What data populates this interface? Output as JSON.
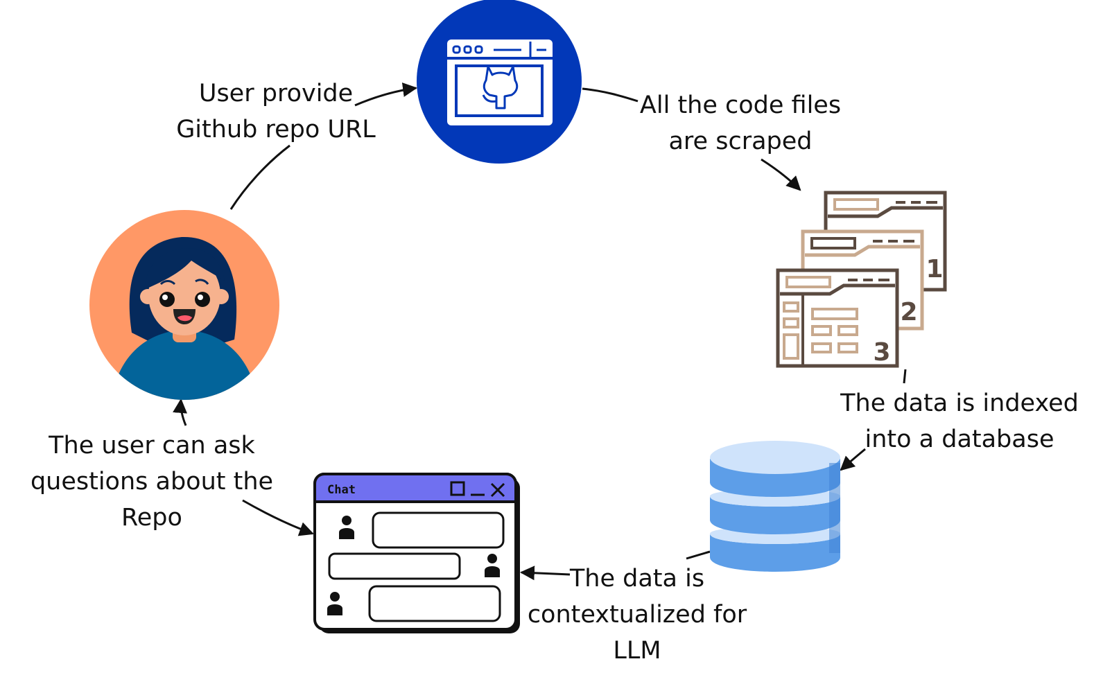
{
  "labels": {
    "provide_url": [
      "User provide",
      "Github repo URL"
    ],
    "scraped": [
      "All the code files",
      "are scraped"
    ],
    "indexed": [
      "The data is indexed",
      "into a database"
    ],
    "contextualized": [
      "The data is",
      "contextualized for",
      "LLM"
    ],
    "ask": [
      "The user can ask",
      "questions about the",
      "Repo"
    ]
  },
  "chat_window": {
    "title": "Chat"
  },
  "files": {
    "numbers": [
      "1",
      "2",
      "3"
    ]
  },
  "icons": {
    "github": "github-browser-icon",
    "user": "user-avatar",
    "files": "code-files-icon",
    "database": "database-icon",
    "chat": "chat-window-icon"
  },
  "colors": {
    "github_circle": "#0238b8",
    "avatar_circle": "#ff9866",
    "chat_titlebar": "#7070f0",
    "database": "#5d9ee8",
    "database_top": "#cfe3fb",
    "file_dark": "#5a4a40",
    "file_light": "#c8a98e"
  }
}
